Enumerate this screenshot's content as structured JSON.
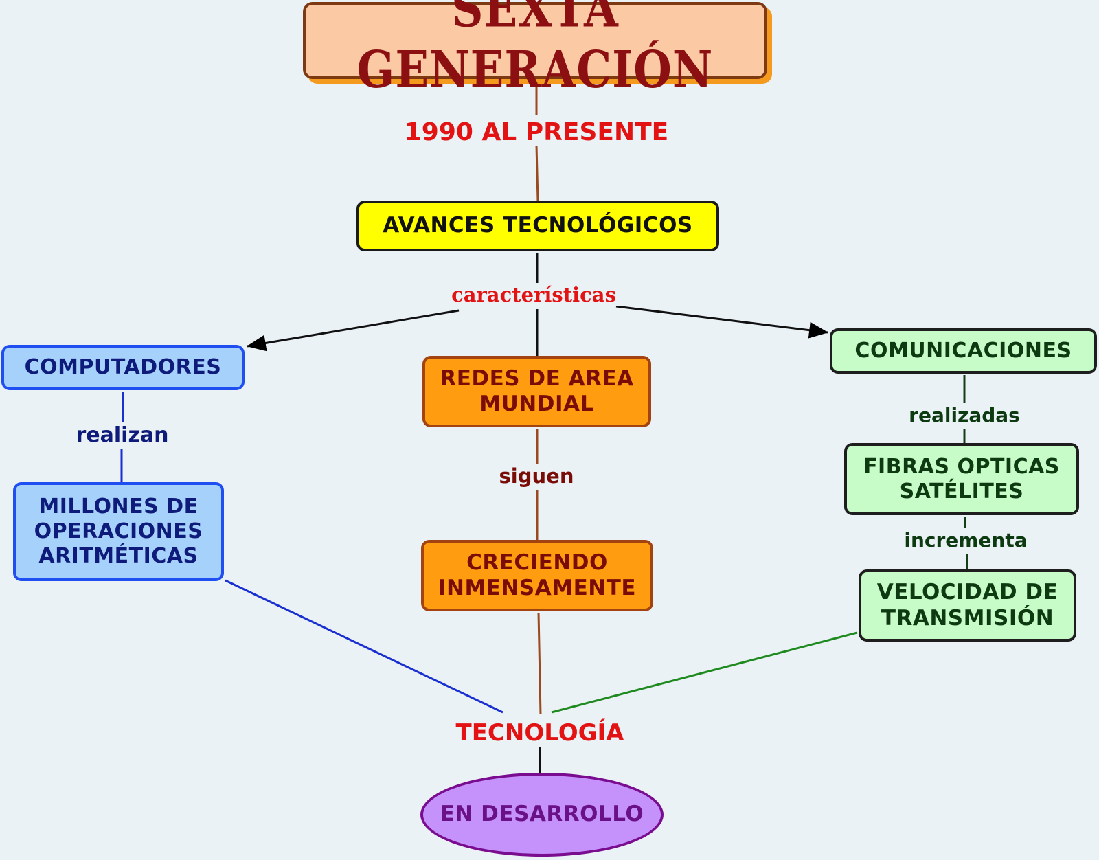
{
  "title": "SEXTA GENERACIÓN",
  "nodes": {
    "avances": "AVANCES TECNOLÓGICOS",
    "computadores": "COMPUTADORES",
    "millones": "MILLONES DE OPERACIONES ARITMÉTICAS",
    "redes": "REDES DE AREA MUNDIAL",
    "creciendo": "CRECIENDO INMENSAMENTE",
    "comunicaciones": "COMUNICACIONES",
    "fibras": "FIBRAS OPTICAS SATÉLITES",
    "velocidad": "VELOCIDAD DE TRANSMISIÓN",
    "desarrollo": "EN DESARROLLO"
  },
  "links": {
    "periodo": "1990 AL PRESENTE",
    "caracteristicas": "características",
    "realizan": "realizan",
    "siguen": "siguen",
    "realizadas": "realizadas",
    "incrementa": "incrementa",
    "tecnologia": "TECNOLOGÍA"
  },
  "colors": {
    "background": "#eaf2f6",
    "title_fill": "#fbcaa4",
    "title_text": "#8c0f12",
    "yellow_node": "#ffff00",
    "blue_node": "#a6d1fb",
    "orange_node": "#ff9c0f",
    "green_node": "#c7fbc7",
    "purple_node": "#c591fb",
    "link_red": "#e31313"
  }
}
